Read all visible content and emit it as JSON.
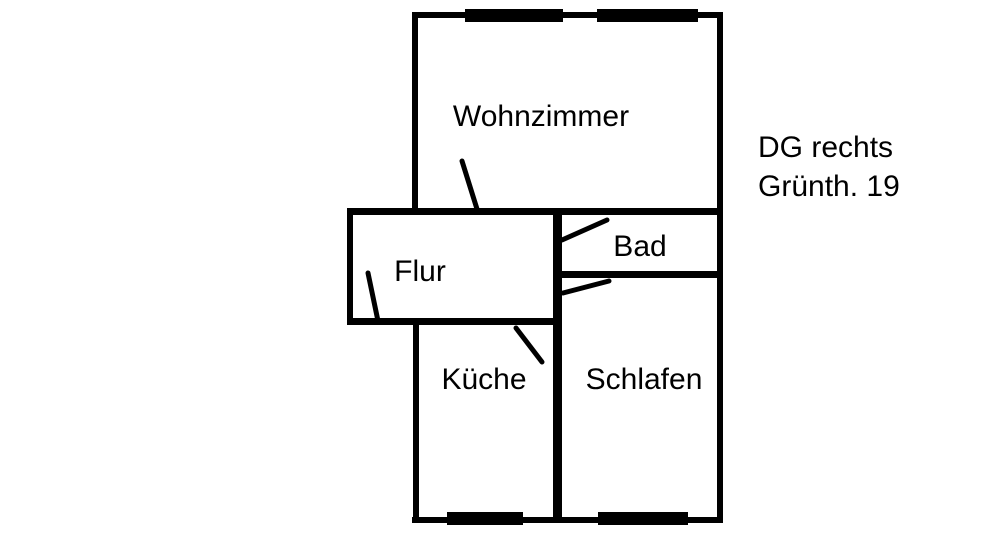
{
  "plan": {
    "annotation": {
      "line1": "DG rechts",
      "line2": "Grünth. 19"
    },
    "rooms": [
      {
        "id": "wohnzimmer",
        "label": "Wohnzimmer"
      },
      {
        "id": "bad",
        "label": "Bad"
      },
      {
        "id": "flur",
        "label": "Flur"
      },
      {
        "id": "kueche",
        "label": "Küche"
      },
      {
        "id": "schlafen",
        "label": "Schlafen"
      }
    ],
    "colors": {
      "wall": "#000000",
      "background": "#ffffff",
      "text": "#000000"
    }
  }
}
